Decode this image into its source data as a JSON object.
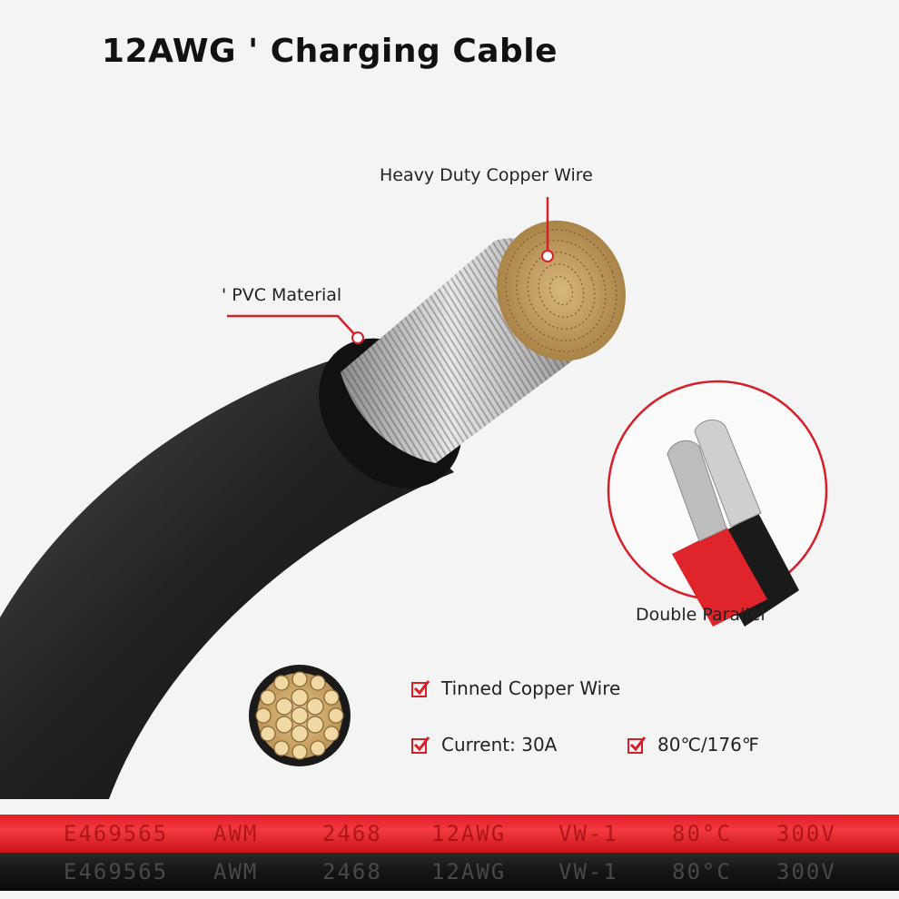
{
  "title": "12AWG ' Charging Cable",
  "labels": {
    "copper": "Heavy Duty  Copper Wire",
    "pvc": "' PVC Material",
    "parallel": "Double Parallel"
  },
  "features": [
    {
      "text": "Tinned Copper Wire",
      "icon": "check-box-icon"
    },
    {
      "text": "Current: 30A",
      "icon": "check-box-icon"
    },
    {
      "text": "80℃/176℉",
      "icon": "check-box-icon"
    }
  ],
  "strip_markings": [
    "E469565",
    "AWM",
    "2468",
    "12AWG",
    "VW-1",
    "80°C",
    "300V"
  ],
  "colors": {
    "accent": "#d81e26",
    "cable_black": "#1c1c1c",
    "copper": "#c9a062",
    "strip_red": "#e21d24"
  }
}
